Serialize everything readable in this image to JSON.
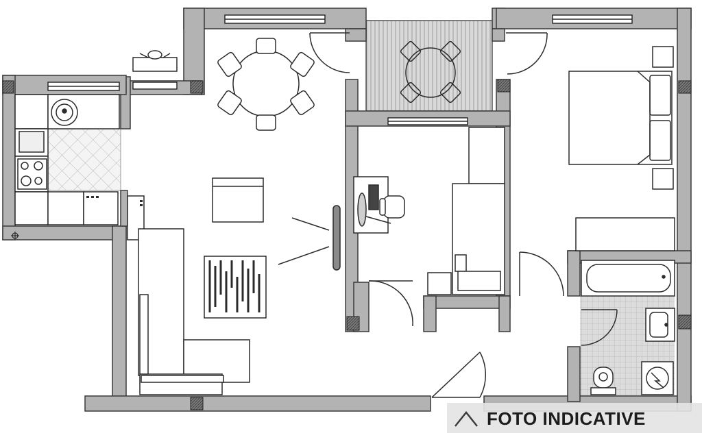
{
  "watermark": {
    "text": "FOTO INDICATIVE",
    "icon": "agency-logo-icon"
  },
  "colors": {
    "wall_fill": "#b3b3b3",
    "wall_stroke": "#3a3a3a",
    "column_fill": "#6e6e6e",
    "line": "#2b2b2b",
    "background": "#ffffff",
    "watermark_band": "#e4e4e4"
  },
  "rooms": [
    "kitchen",
    "living-dining",
    "balcony",
    "office",
    "bedroom",
    "bathroom",
    "hallway"
  ]
}
